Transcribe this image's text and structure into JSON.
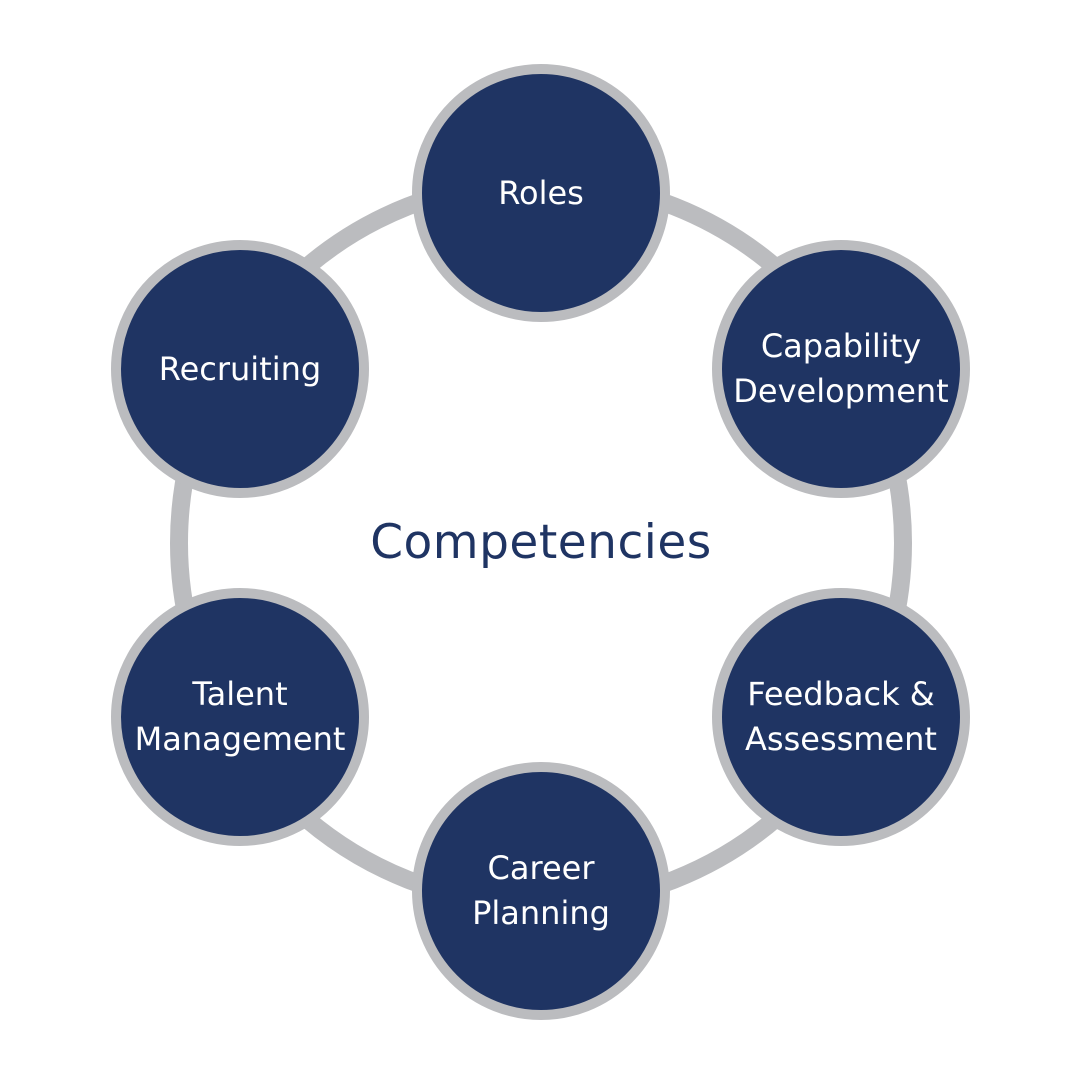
{
  "diagram": {
    "center_label": "Competencies",
    "nodes": [
      {
        "id": "roles",
        "label": "Roles"
      },
      {
        "id": "capability-development",
        "label": "Capability\nDevelopment"
      },
      {
        "id": "feedback-assessment",
        "label": "Feedback &\nAssessment"
      },
      {
        "id": "career-planning",
        "label": "Career\nPlanning"
      },
      {
        "id": "talent-management",
        "label": "Talent\nManagement"
      },
      {
        "id": "recruiting",
        "label": "Recruiting"
      }
    ]
  },
  "colors": {
    "node_fill": "#1f3463",
    "node_border": "#bbbcbf",
    "ring": "#bbbcbf",
    "center_text": "#1f3463",
    "node_text": "#ffffff"
  }
}
